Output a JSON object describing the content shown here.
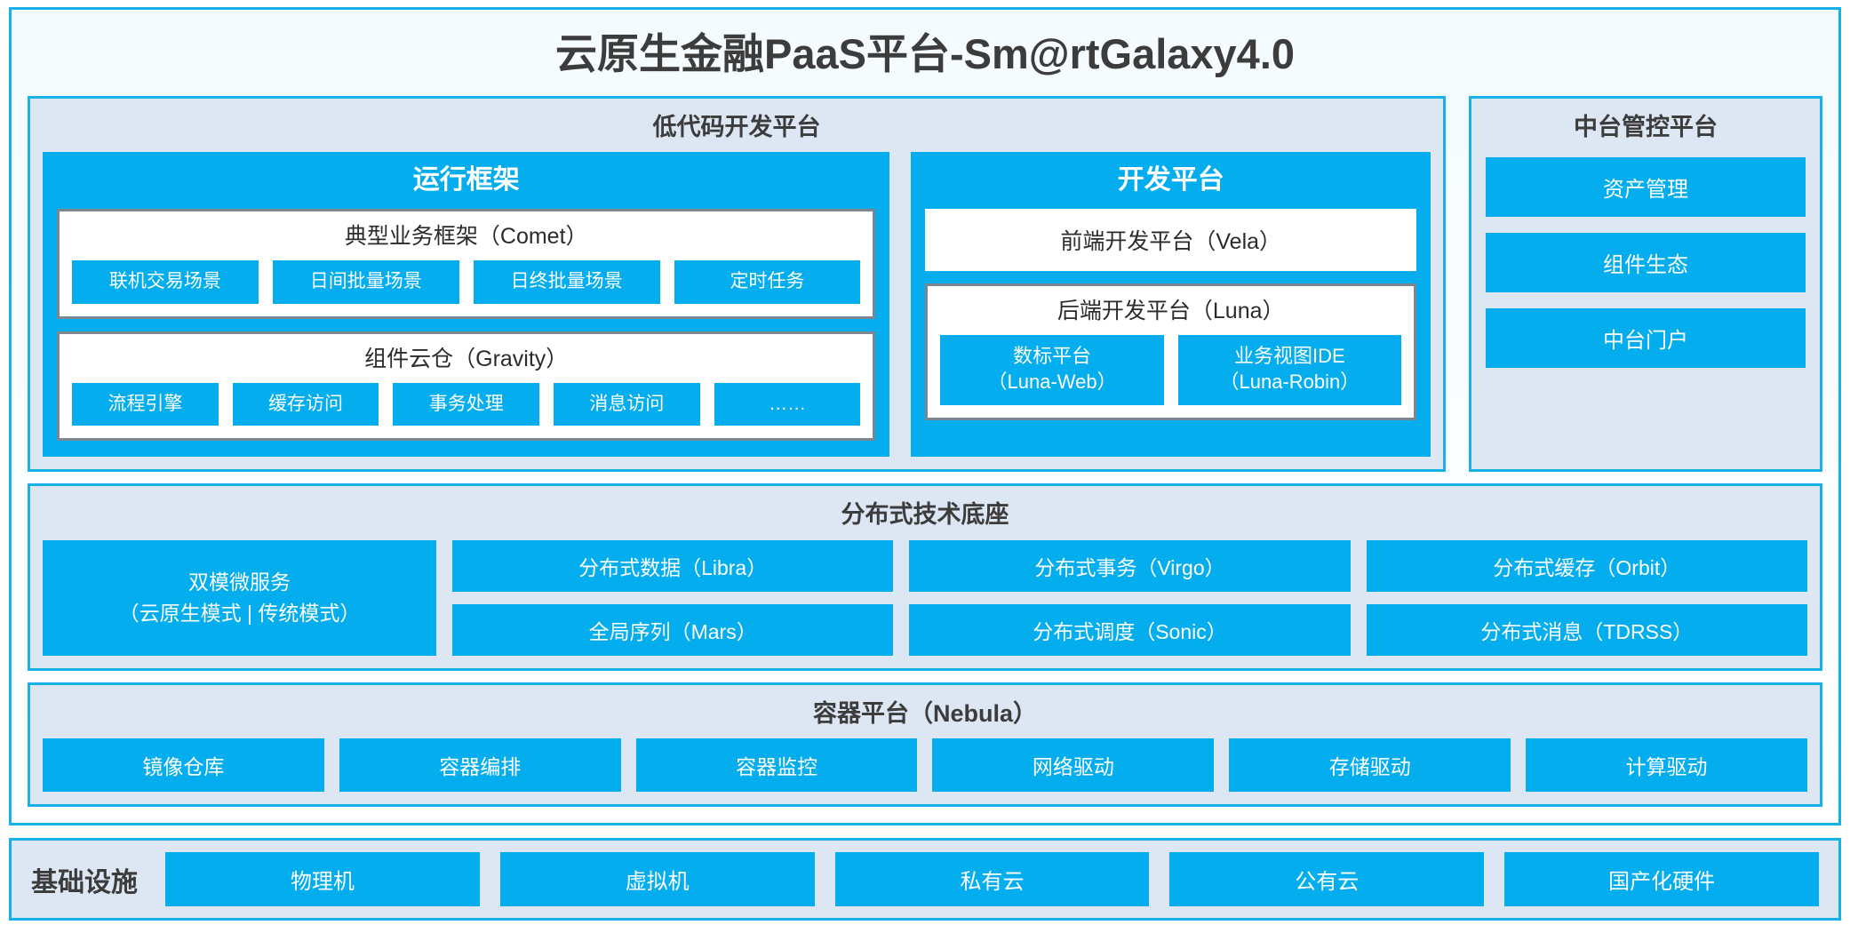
{
  "title": "云原生金融PaaS平台-Sm@rtGalaxy4.0",
  "colors": {
    "accent_blue": "#03ADEE",
    "border_blue": "#17B1E8",
    "panel_bg": "#DDE7F3",
    "card_border_gray": "#7E8791",
    "text_dark": "#3C3C3C"
  },
  "lowcode": {
    "title": "低代码开发平台",
    "runtime": {
      "title": "运行框架",
      "comet": {
        "title": "典型业务框架（Comet）",
        "items": [
          "联机交易场景",
          "日间批量场景",
          "日终批量场景",
          "定时任务"
        ]
      },
      "gravity": {
        "title": "组件云仓（Gravity）",
        "items": [
          "流程引擎",
          "缓存访问",
          "事务处理",
          "消息访问",
          "……"
        ]
      }
    },
    "devplatform": {
      "title": "开发平台",
      "vela": "前端开发平台（Vela）",
      "luna": {
        "title": "后端开发平台（Luna）",
        "items": [
          {
            "name": "数标平台",
            "sub": "（Luna-Web）"
          },
          {
            "name": "业务视图IDE",
            "sub": "（Luna-Robin）"
          }
        ]
      }
    }
  },
  "console": {
    "title": "中台管控平台",
    "items": [
      "资产管理",
      "组件生态",
      "中台门户"
    ]
  },
  "foundation": {
    "title": "分布式技术底座",
    "microservice": {
      "line1": "双模微服务",
      "line2": "（云原生模式 | 传统模式）"
    },
    "columns": [
      [
        "分布式数据（Libra）",
        "全局序列（Mars）"
      ],
      [
        "分布式事务（Virgo）",
        "分布式调度（Sonic）"
      ],
      [
        "分布式缓存（Orbit）",
        "分布式消息（TDRSS）"
      ]
    ]
  },
  "container": {
    "title": "容器平台（Nebula）",
    "items": [
      "镜像仓库",
      "容器编排",
      "容器监控",
      "网络驱动",
      "存储驱动",
      "计算驱动"
    ]
  },
  "infrastructure": {
    "label": "基础设施",
    "items": [
      "物理机",
      "虚拟机",
      "私有云",
      "公有云",
      "国产化硬件"
    ]
  }
}
